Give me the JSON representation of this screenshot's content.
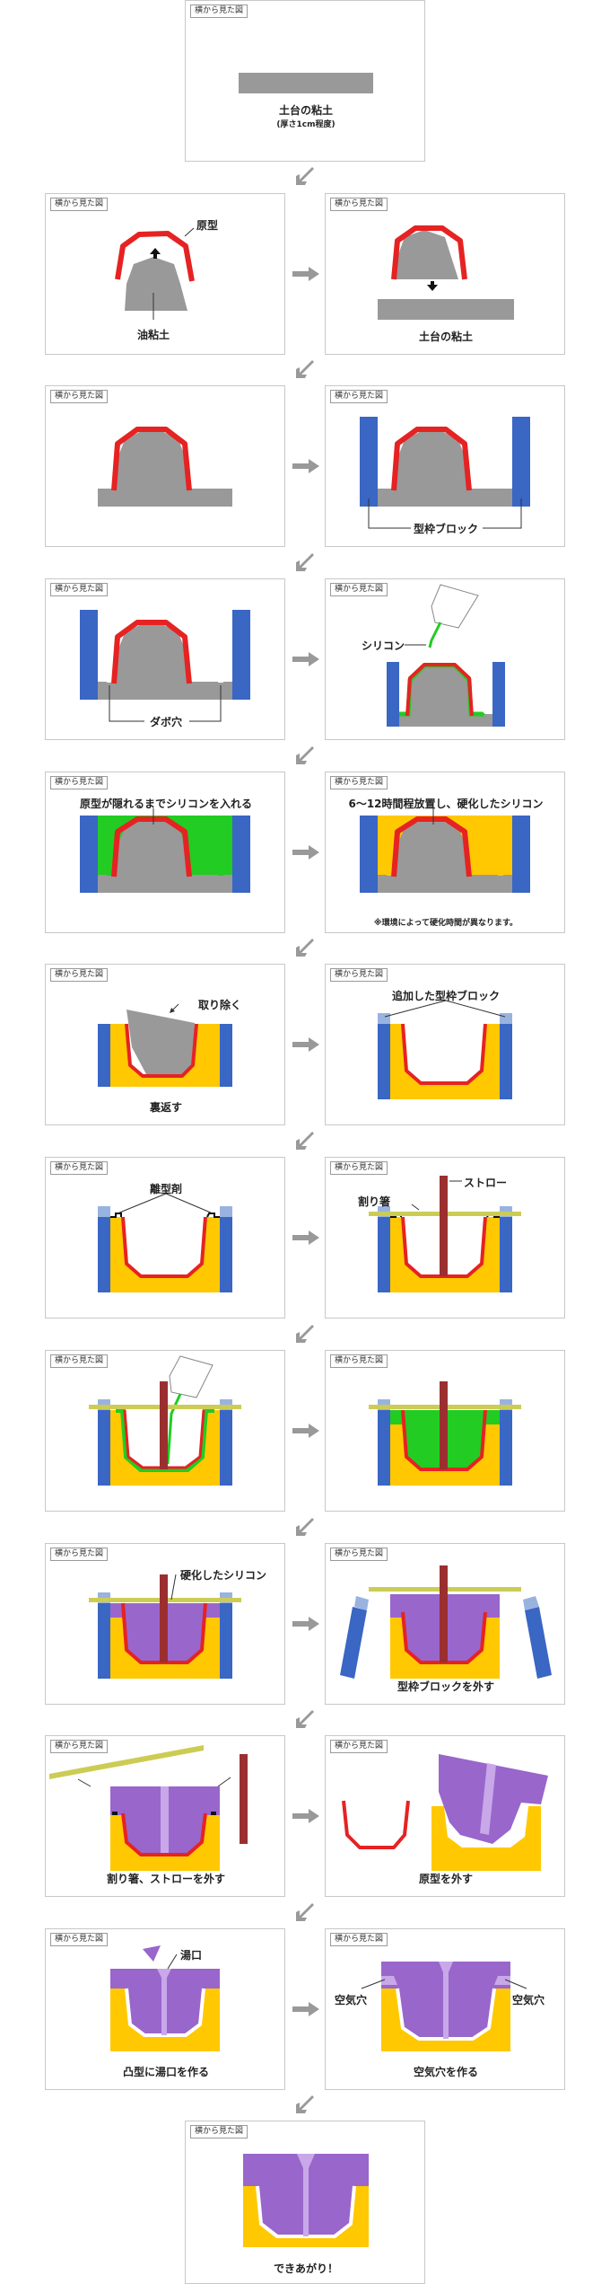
{
  "view_tag": "横から見た図",
  "p1": {
    "caption": "土台の粘土",
    "sub": "(厚さ1cm程度)"
  },
  "p2a": {
    "original": "原型",
    "oil_clay": "油粘土"
  },
  "p2b": {
    "caption": "土台の粘土"
  },
  "p3b": {
    "caption": "型枠ブロック"
  },
  "p4a": {
    "caption": "ダボ穴"
  },
  "p4b": {
    "silicone": "シリコン"
  },
  "p5a": {
    "caption": "原型が隠れるまでシリコンを入れる"
  },
  "p5b": {
    "caption": "6～12時間程放置し、硬化したシリコン",
    "note": "※環境によって硬化時間が異なります。"
  },
  "p6a": {
    "remove": "取り除く",
    "flip": "裏返す"
  },
  "p6b": {
    "caption": "追加した型枠ブロック"
  },
  "p7a": {
    "caption": "離型剤"
  },
  "p7b": {
    "straw": "ストロー",
    "chopsticks": "割り箸"
  },
  "p9a": {
    "caption": "硬化したシリコン"
  },
  "p9b": {
    "caption": "型枠ブロックを外す"
  },
  "p10a": {
    "caption": "割り箸、ストローを外す"
  },
  "p10b": {
    "caption": "原型を外す"
  },
  "p11a": {
    "sprue": "湯口",
    "caption": "凸型に湯口を作る"
  },
  "p11b": {
    "air": "空気穴",
    "caption": "空気穴を作る"
  },
  "p12": {
    "caption": "できあがり！"
  },
  "colors": {
    "clay": "#999999",
    "original": "#e62222",
    "block": "#3a66c4",
    "block_light": "#99b3e0",
    "silicone_liquid": "#22cc22",
    "silicone_cured": "#ffc800",
    "silicone_second": "#9966cc",
    "stick": "#cccc55",
    "straw": "#9b2f2f",
    "arrow": "#999999"
  }
}
